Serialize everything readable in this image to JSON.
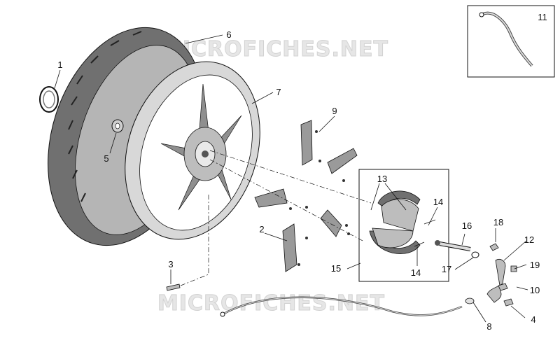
{
  "watermark_top": "MICROFICHES.NET",
  "watermark_bottom": "MICROFICHES.NET",
  "callouts": [
    "1",
    "2",
    "3",
    "4",
    "5",
    "6",
    "7",
    "8",
    "9",
    "10",
    "11",
    "12",
    "13",
    "14",
    "14",
    "15",
    "16",
    "17",
    "18",
    "19"
  ],
  "colors": {
    "tyre": "#707070",
    "rim": "#d8d8d8",
    "part": "#9a9a9a",
    "line": "#111111"
  }
}
